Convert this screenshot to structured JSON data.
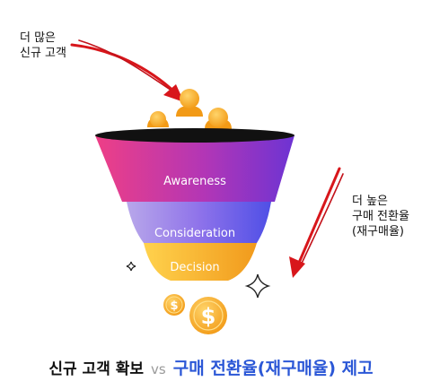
{
  "annotations": {
    "left_line1": "더 많은",
    "left_line2": "신규 고객",
    "right_line1": "더 높은",
    "right_line2": "구매 전환율",
    "right_line3": "(재구매율)"
  },
  "funnel": {
    "stages": [
      {
        "label": "Awareness"
      },
      {
        "label": "Consideration"
      },
      {
        "label": "Decision"
      }
    ]
  },
  "coins": {
    "symbol": "$"
  },
  "caption": {
    "left": "신규 고객 확보",
    "vs": "vs",
    "right": "구매 전환율(재구매율) 제고"
  },
  "colors": {
    "arrow": "#d8161b",
    "coin": "#f6a623",
    "coin_dark": "#e58a12",
    "accent_blue": "#2b57d6"
  }
}
